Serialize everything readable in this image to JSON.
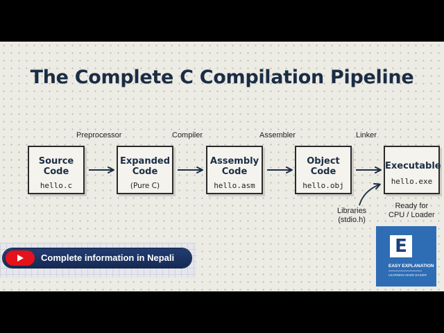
{
  "title": "The Complete C Compilation Pipeline",
  "nodes": [
    {
      "label": "Source\nCode",
      "sub": "hello.c"
    },
    {
      "label": "Expanded\nCode",
      "sub": "(Pure C)"
    },
    {
      "label": "Assembly\nCode",
      "sub": "hello.asm"
    },
    {
      "label": "Object\nCode",
      "sub": "hello.obj"
    },
    {
      "label": "Executable",
      "sub": "hello.exe"
    }
  ],
  "stages": [
    "Preprocessor",
    "Compiler",
    "Assembler",
    "Linker"
  ],
  "libraries_note": "Libraries\n(stdio.h)",
  "ready_note": "Ready for\nCPU / Loader",
  "banner": {
    "text": "Complete information in Nepali",
    "icon": "youtube-play-icon",
    "color": "#e4121b"
  },
  "logo": {
    "letter": "E",
    "name": "EASY EXPLANATION",
    "tagline": "LEARNING MADE EASIER",
    "color": "#2e6db4"
  },
  "colors": {
    "background": "#ecebe4",
    "title": "#1b2d45",
    "box_border": "#2a2a2a"
  }
}
